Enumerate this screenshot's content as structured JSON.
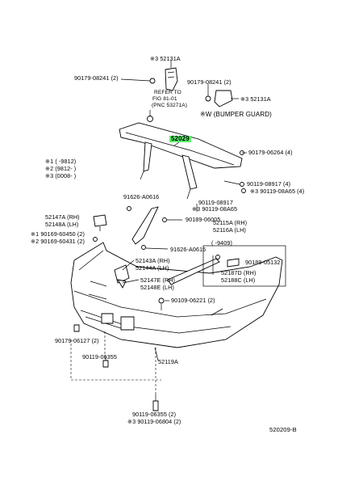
{
  "labels": {
    "p52131a_top": "※3 52131A",
    "p90179_08241_l": "90179-08241 (2)",
    "p90179_08241_r": "90179-08241 (2)",
    "refer_to": "REFER TO",
    "fig": "FIG 81-01",
    "pnc": "(PNC 53271A)",
    "w_bumper_guard": "※W (BUMPER GUARD)",
    "p52131a_r": "※3 52131A",
    "p52029": "52029",
    "p90179_06264": "90179-06264 (4)",
    "legend1": "※1 (        -9812)",
    "legend2": "※2 (9812-        )",
    "legend3": "※3 (0008-        )",
    "p90119_08917_4": "90119-08917 (4)",
    "p90119_08a65_4": "※3 90119-08A65 (4)",
    "p91626_a0616_top": "91626-A0616",
    "p90119_08917": "90119-08917",
    "p90119_08a65": "※3 90119-08A65",
    "p52147a": "52147A (RH)",
    "p52148a": "52148A (LH)",
    "p90189_06005": "90189-06005",
    "p52115a": "52115A (RH)",
    "p52116a": "52116A (LH)",
    "p90169_60450": "※1 90169-60450 (2)",
    "p90169_60431": "※2 90169-60431 (2)",
    "p91626_a0616_mid": "91626-A0616",
    "range_9409": "(        -9409)",
    "p52143a": "52143A (RH)",
    "p52144a": "52144A (LH)",
    "p90189_05132": "90189-05132",
    "p52187d": "52187D (RH)",
    "p52188c": "52188C (LH)",
    "p52147e": "52147E (RH)",
    "p52148e": "52148E (LH)",
    "p90109_06221": "90109-06221 (2)",
    "p90179_06127": "90179-06127 (2)",
    "p90119_06355_mid": "90119-06355",
    "p52119a": "52119A",
    "p90119_06355_bot": "90119-06355 (2)",
    "p90119_06804": "※3 90119-06804 (2)",
    "diagram_code": "520209-B"
  },
  "colors": {
    "highlight": "#59f06a",
    "line": "#000000",
    "background": "#ffffff"
  }
}
